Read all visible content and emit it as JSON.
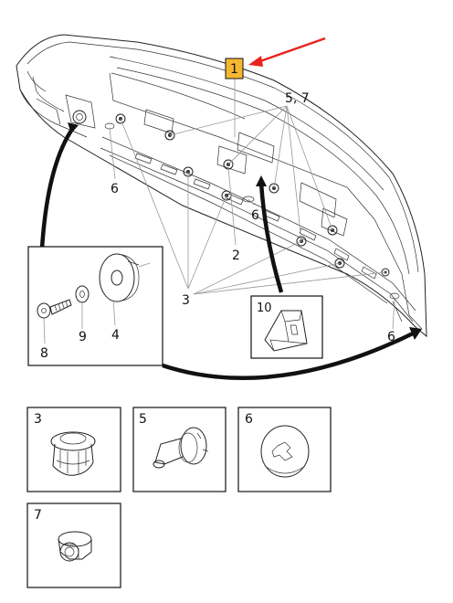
{
  "callouts": {
    "main": "1",
    "clip_group_top": "5, 7",
    "cover_left": "6",
    "cover_mid": "6",
    "cover_right": "6",
    "bracket": "2",
    "clips_bottom": "3",
    "detail_screw": "8",
    "detail_washer": "9",
    "detail_bush": "4",
    "detail_bracket": "10"
  },
  "thumbnails": [
    {
      "label": "3",
      "icon": "push-clip-icon"
    },
    {
      "label": "5",
      "icon": "rivet-clip-icon"
    },
    {
      "label": "6",
      "icon": "round-cap-icon"
    },
    {
      "label": "7",
      "icon": "hex-nut-icon"
    }
  ],
  "colors": {
    "highlight": "#f5b731",
    "arrow": "#e8231c",
    "line": "#222222"
  }
}
